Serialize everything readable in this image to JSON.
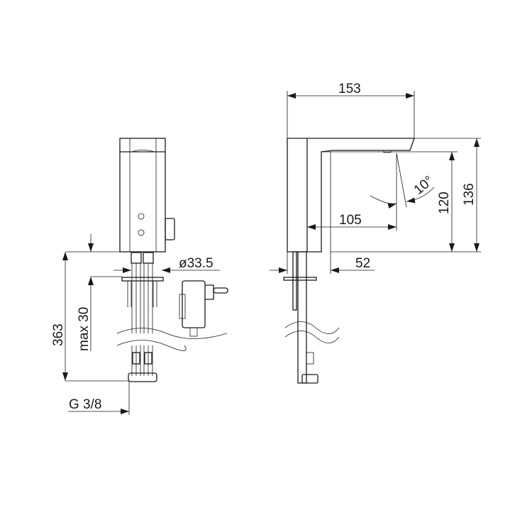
{
  "drawing": {
    "side_view": {
      "dimensions": {
        "diameter": "ø33.5",
        "max_thickness": "max  30",
        "total_length": "363",
        "thread": "G 3/8"
      }
    },
    "front_view": {
      "dimensions": {
        "length": "153",
        "height": "136",
        "spout_height": "120",
        "angle": "10°",
        "projection": "105",
        "base_depth": "52"
      }
    }
  }
}
